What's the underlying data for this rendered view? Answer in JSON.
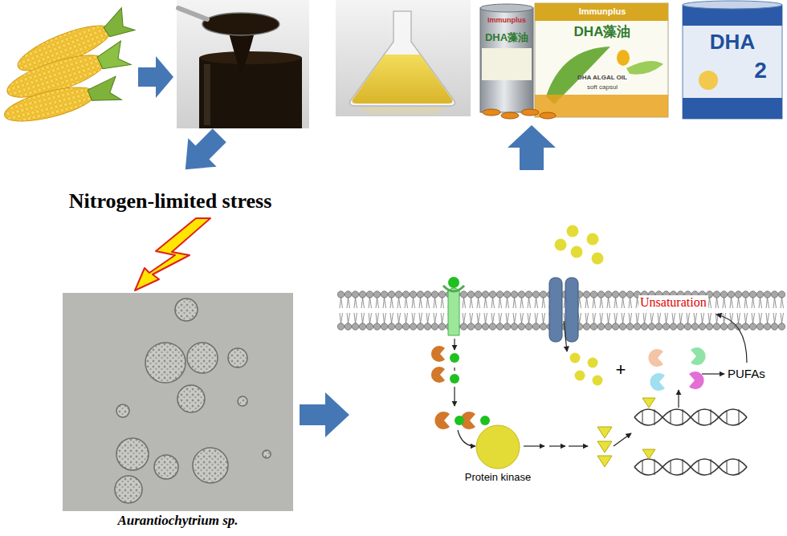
{
  "diagram": {
    "nodes": [
      {
        "text": [
          "Aurantiochytrium sp."
        ]
      },
      {
        "text": [
          "Protein kinase"
        ]
      }
    ],
    "labels": [
      "Immunplus",
      "DHA藻油",
      "Immunplus",
      "DHA藻油",
      "DHA ALGAL OIL",
      "soft capsul",
      "DHA",
      "2",
      "Nitrogen-limited stress",
      "Unsaturation",
      "+",
      "PUFAs"
    ]
  }
}
